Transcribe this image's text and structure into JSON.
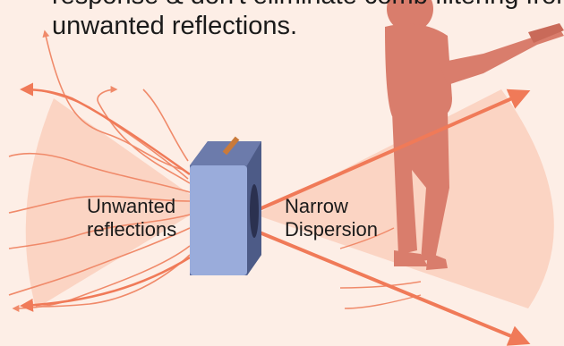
{
  "caption": {
    "line1": "response & don't eliminate comb filtering from",
    "line2": "unwanted reflections."
  },
  "labels": {
    "unwanted_line1": "Unwanted",
    "unwanted_line2": "reflections",
    "narrow_line1": "Narrow",
    "narrow_line2": "Dispersion"
  },
  "colors": {
    "background": "#fdeee6",
    "cone_fill": "#fbd0bf",
    "arrow": "#f07a58",
    "wavy": "#f08a6a",
    "speaker_front": "#9aacdb",
    "speaker_side": "#5e6d9c",
    "guitarist": "#d97d6c",
    "text": "#1a1a1a"
  },
  "icons": {
    "speaker": "speaker-cabinet-icon",
    "guitarist": "guitarist-silhouette-icon"
  }
}
